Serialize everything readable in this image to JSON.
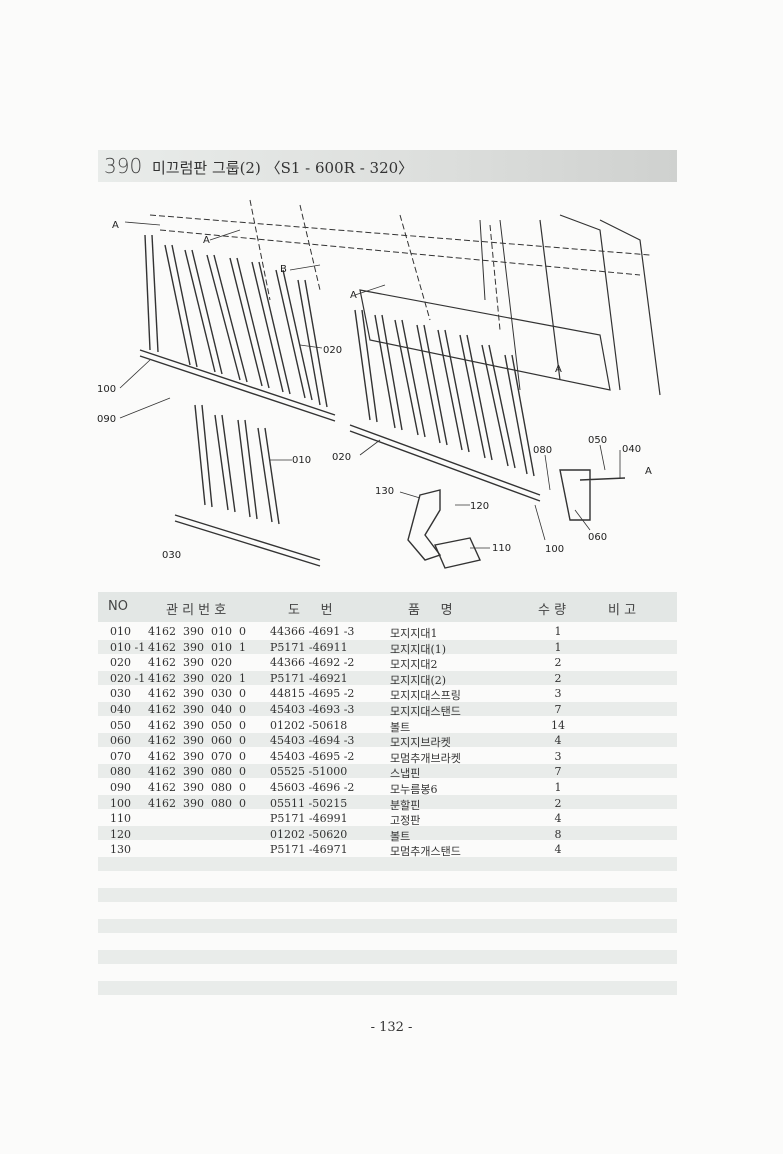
{
  "header": {
    "section_number": "390",
    "title": "미끄럼판 그룹(2) 〈S1 - 600R - 320〉"
  },
  "diagram": {
    "callouts": [
      "A",
      "A",
      "B",
      "A",
      "A",
      "020",
      "100",
      "090",
      "010",
      "020",
      "030",
      "080",
      "050",
      "040",
      "A",
      "130",
      "120",
      "110",
      "100",
      "060"
    ]
  },
  "table": {
    "headers": [
      "NO",
      "관 리 번 호",
      "도     번",
      "품     명",
      "수 량",
      "비 고"
    ],
    "rows": [
      {
        "no": "010",
        "mgmt": "4162  390  010  0",
        "drawing": "44366 -4691 -3",
        "name": "모지지대1",
        "qty": "1",
        "note": ""
      },
      {
        "no": "010 -1",
        "mgmt": "4162  390  010  1",
        "drawing": "P5171 -46911",
        "name": "모지지대(1)",
        "qty": "1",
        "note": ""
      },
      {
        "no": "020",
        "mgmt": "4162  390  020",
        "drawing": "44366 -4692 -2",
        "name": "모지지대2",
        "qty": "2",
        "note": ""
      },
      {
        "no": "020 -1",
        "mgmt": "4162  390  020  1",
        "drawing": "P5171 -46921",
        "name": "모지지대(2)",
        "qty": "2",
        "note": ""
      },
      {
        "no": "030",
        "mgmt": "4162  390  030  0",
        "drawing": "44815 -4695 -2",
        "name": "모지지대스프링",
        "qty": "3",
        "note": ""
      },
      {
        "no": "040",
        "mgmt": "4162  390  040  0",
        "drawing": "45403 -4693 -3",
        "name": "모지지대스탠드",
        "qty": "7",
        "note": ""
      },
      {
        "no": "050",
        "mgmt": "4162  390  050  0",
        "drawing": "01202 -50618",
        "name": "볼트",
        "qty": "14",
        "note": ""
      },
      {
        "no": "060",
        "mgmt": "4162  390  060  0",
        "drawing": "45403 -4694 -3",
        "name": "모지지브라켓",
        "qty": "4",
        "note": ""
      },
      {
        "no": "070",
        "mgmt": "4162  390  070  0",
        "drawing": "45403 -4695 -2",
        "name": "모멈추개브라켓",
        "qty": "3",
        "note": ""
      },
      {
        "no": "080",
        "mgmt": "4162  390  080  0",
        "drawing": "05525 -51000",
        "name": "스냅핀",
        "qty": "7",
        "note": ""
      },
      {
        "no": "090",
        "mgmt": "4162  390  080  0",
        "drawing": "45603 -4696 -2",
        "name": "모누름봉6",
        "qty": "1",
        "note": ""
      },
      {
        "no": "100",
        "mgmt": "4162  390  080  0",
        "drawing": "05511 -50215",
        "name": "분할핀",
        "qty": "2",
        "note": ""
      },
      {
        "no": "110",
        "mgmt": "",
        "drawing": "P5171 -46991",
        "name": "고정판",
        "qty": "4",
        "note": ""
      },
      {
        "no": "120",
        "mgmt": "",
        "drawing": "01202 -50620",
        "name": "볼트",
        "qty": "8",
        "note": ""
      },
      {
        "no": "130",
        "mgmt": "",
        "drawing": "P5171 -46971",
        "name": "모멈추개스탠드",
        "qty": "4",
        "note": ""
      }
    ]
  },
  "footer": {
    "page_number": "- 132 -"
  }
}
